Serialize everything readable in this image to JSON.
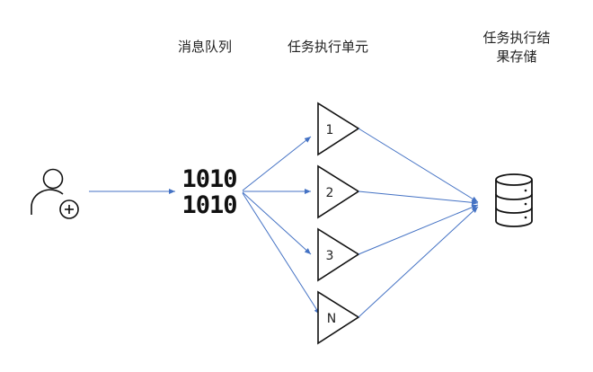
{
  "labels": {
    "queue": "消息队列",
    "executor": "任务执行单元",
    "storage_line1": "任务执行结",
    "storage_line2": "果存储"
  },
  "binary": {
    "line1": "1010",
    "line2": "1010"
  },
  "executors": [
    "1",
    "2",
    "3",
    "N"
  ],
  "colors": {
    "arrow": "#4472c4",
    "stroke": "#111111"
  },
  "icons": {
    "user": "user-add-icon",
    "storage": "database-icon"
  }
}
